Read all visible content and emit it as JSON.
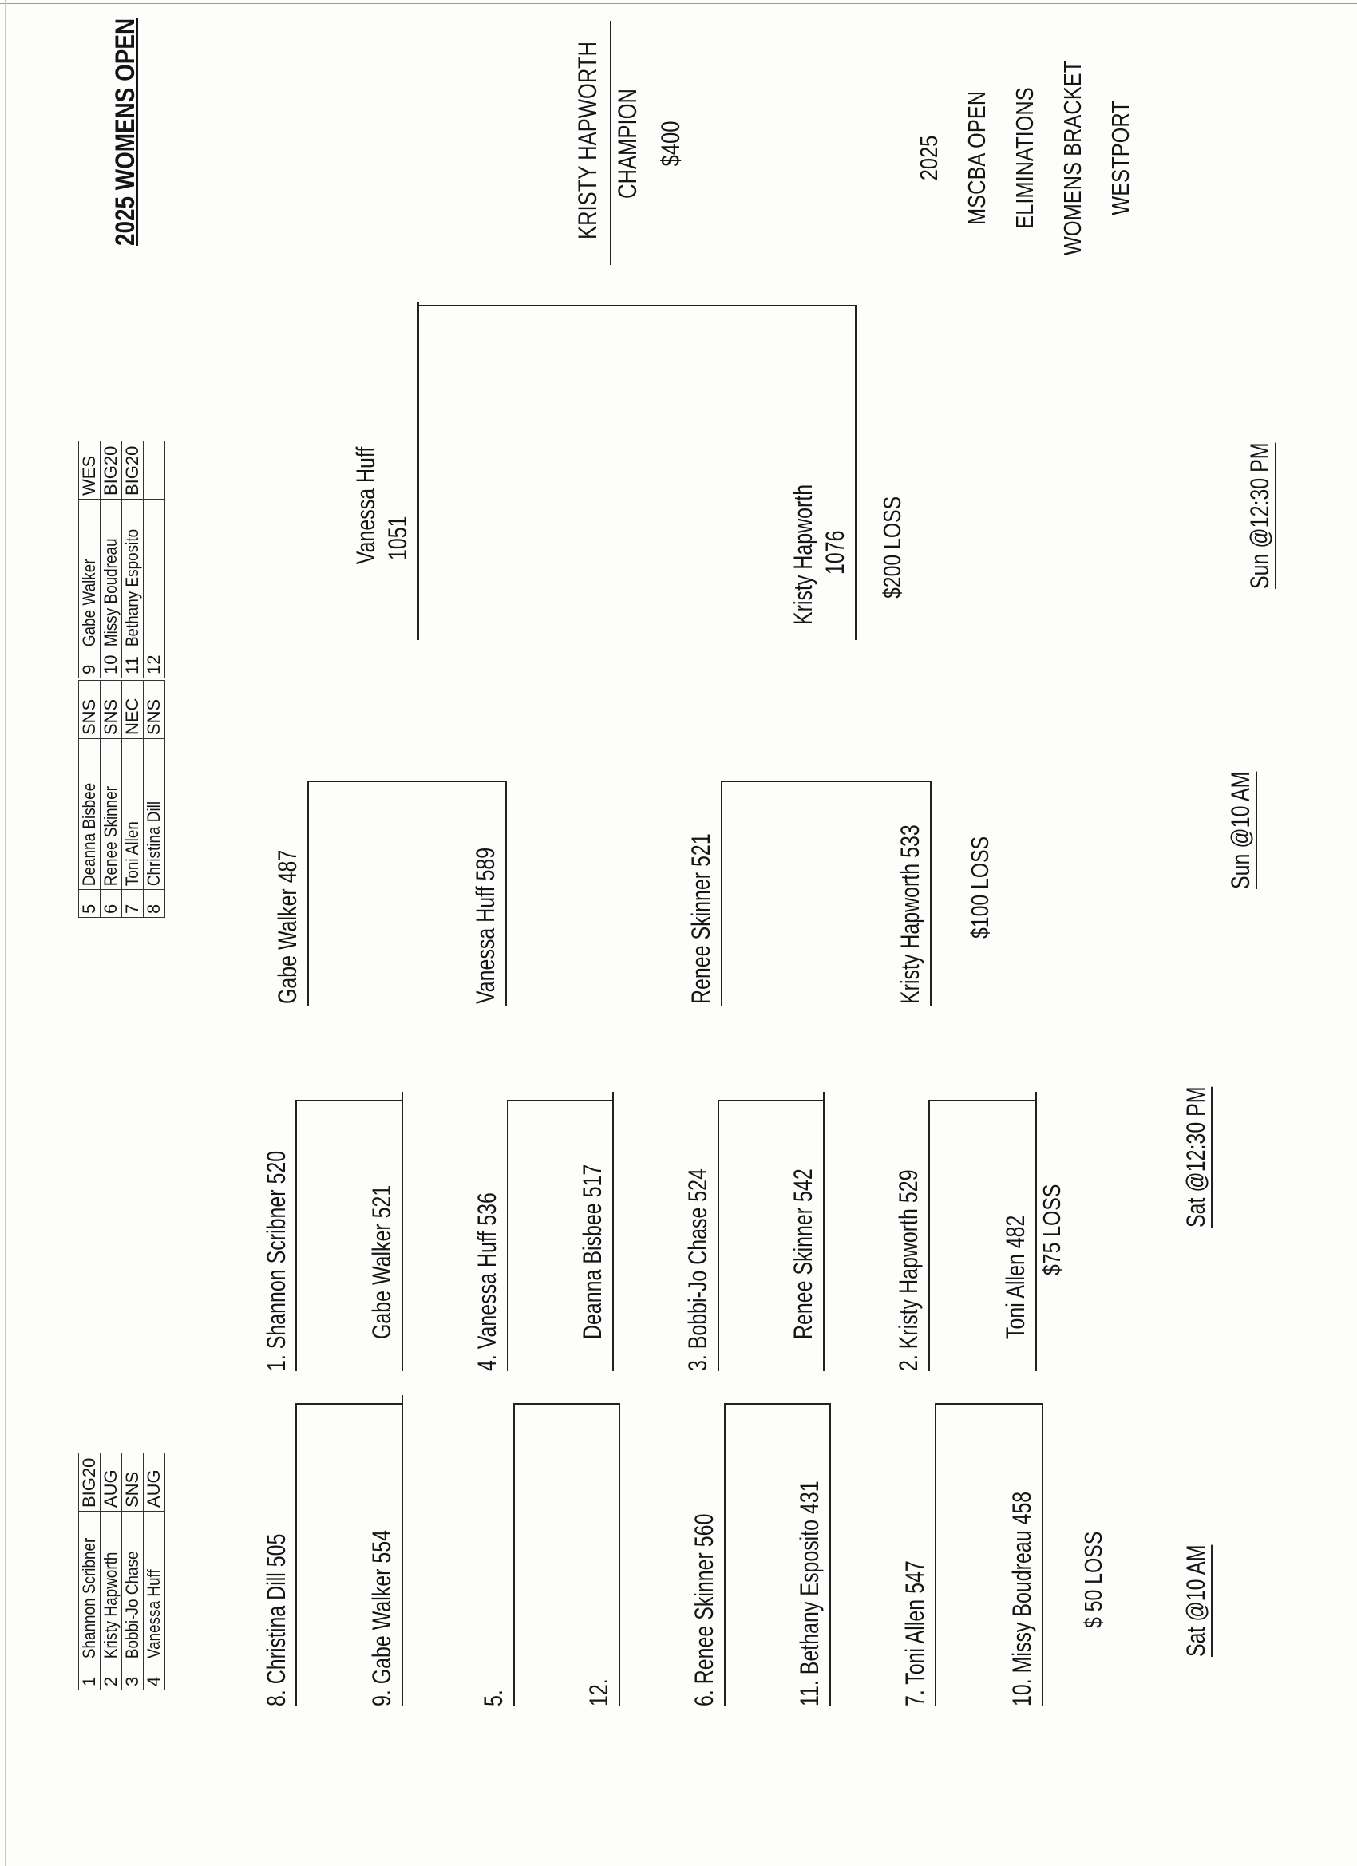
{
  "title": "2025 WOMENS OPEN",
  "seeds": {
    "table1": [
      {
        "seed": "1",
        "name": "Shannon Scribner",
        "club": "BIG20"
      },
      {
        "seed": "2",
        "name": "Kristy Hapworth",
        "club": "AUG"
      },
      {
        "seed": "3",
        "name": "Bobbi-Jo Chase",
        "club": "SNS"
      },
      {
        "seed": "4",
        "name": "Vanessa Huff",
        "club": "AUG"
      }
    ],
    "table2": [
      {
        "seed": "5",
        "name": "Deanna Bisbee",
        "club": "SNS"
      },
      {
        "seed": "6",
        "name": "Renee Skinner",
        "club": "SNS"
      },
      {
        "seed": "7",
        "name": "Toni Allen",
        "club": "NEC"
      },
      {
        "seed": "8",
        "name": "Christina Dill",
        "club": "SNS"
      }
    ],
    "table3": [
      {
        "seed": "9",
        "name": "Gabe Walker",
        "club": "WES"
      },
      {
        "seed": "10",
        "name": "Missy Boudreau",
        "club": "BIG20"
      },
      {
        "seed": "11",
        "name": "Bethany Esposito",
        "club": "BIG20"
      },
      {
        "seed": "12",
        "name": "",
        "club": ""
      }
    ]
  },
  "round1": {
    "m1_top": "8.  Christina Dill  505",
    "m1_bottom": "9.  Gabe Walker  554",
    "m2_top": "5.",
    "m2_bottom": "12.",
    "m3_top": "6.  Renee Skinner  560",
    "m3_bottom": "11.  Bethany Esposito 431",
    "m4_top": "7.  Toni Allen  547",
    "m4_bottom": "10.  Missy Boudreau  458",
    "loss": "$ 50 LOSS",
    "time": "Sat @10 AM"
  },
  "round2": {
    "m1_top": "1.  Shannon Scribner  520",
    "m1_bottom": "Gabe Walker  521",
    "m2_top": "4.  Vanessa Huff  536",
    "m2_bottom": "Deanna Bisbee  517",
    "m3_top": "3.  Bobbi-Jo Chase  524",
    "m3_bottom": "Renee Skinner  542",
    "m4_top": "2.  Kristy Hapworth  529",
    "m4_bottom": "Toni Allen  482",
    "loss": "$75 LOSS",
    "time": "Sat @12:30 PM"
  },
  "semis": {
    "m1_top": "Gabe Walker  487",
    "m1_bottom": "Vanessa Huff 589",
    "m2_top": "Renee Skinner 521",
    "m2_bottom": "Kristy Hapworth 533",
    "loss": "$100 LOSS",
    "time": "Sun @10 AM"
  },
  "final": {
    "top_name": "Vanessa Huff",
    "top_score": "1051",
    "bottom_name": "Kristy Hapworth",
    "bottom_score": "1076",
    "loss": "$200  LOSS",
    "time": "Sun @12:30 PM"
  },
  "champion": {
    "name": "KRISTY HAPWORTH",
    "label": "CHAMPION",
    "prize": "$400"
  },
  "event_info": [
    "2025",
    "MSCBA OPEN",
    "ELIMINATIONS",
    "WOMENS BRACKET",
    "WESTPORT"
  ]
}
